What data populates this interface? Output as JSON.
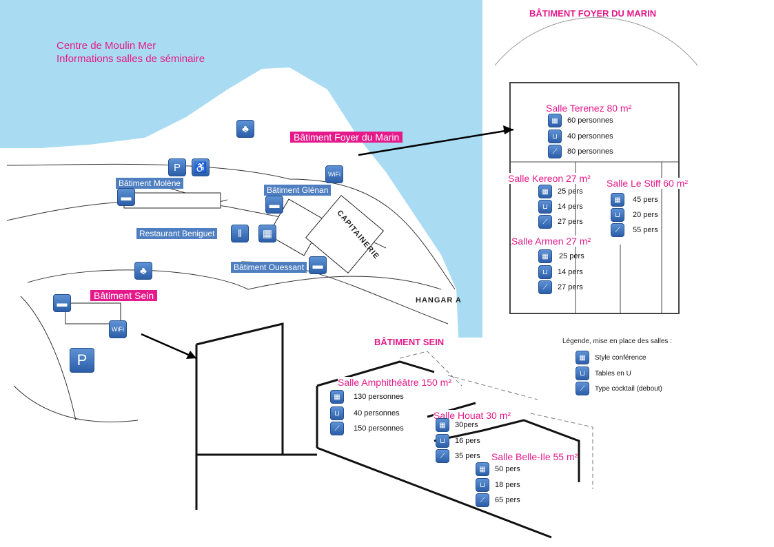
{
  "header": {
    "line1": "Centre de Moulin Mer",
    "line2": "Informations salles de séminaire"
  },
  "colors": {
    "sea": "#a9dcf2",
    "accent": "#e5198a",
    "icon_blue": "#4f7fc0"
  },
  "map": {
    "pink_labels": {
      "foyer": "Bâtiment Foyer du Marin",
      "sein": "Bâtiment Sein"
    },
    "blue_labels": {
      "molene": "Bâtiment Molène",
      "glenan": "Bâtiment Glénan",
      "restaurant": "Restaurant Beniguet",
      "ouessant": "Bâtiment Ouessant"
    },
    "plan_text": {
      "capitainerie": "CAPITAINERIE",
      "hangar": "HANGAR A"
    },
    "icons": [
      "forest-icon",
      "parking-icon",
      "wheelchair-icon",
      "bed-icon",
      "restaurant-icon",
      "seminar-room-icon",
      "wifi-icon"
    ]
  },
  "foyer": {
    "title": "BÂTIMENT FOYER DU MARIN",
    "rooms": [
      {
        "name": "Salle Terenez 80 m²",
        "conference": "60 personnes",
        "u": "40 personnes",
        "cocktail": "80 personnes"
      },
      {
        "name": "Salle Kereon 27 m²",
        "conference": "25 pers",
        "u": "14 pers",
        "cocktail": "27 pers"
      },
      {
        "name": "Salle Le Stiff 60 m²",
        "conference": "45 pers",
        "u": "20 pers",
        "cocktail": "55 pers"
      },
      {
        "name": "Salle Armen 27 m²",
        "conference": "25 pers",
        "u": "14 pers",
        "cocktail": "27 pers"
      }
    ]
  },
  "sein": {
    "title": "BÂTIMENT SEIN",
    "rooms": [
      {
        "name": "Salle Amphithéâtre 150 m²",
        "conference": "130 personnes",
        "u": "40 personnes",
        "cocktail": "150 personnes"
      },
      {
        "name": "Salle Houat 30 m²",
        "conference": "30pers",
        "u": "16 pers",
        "cocktail": "35 pers"
      },
      {
        "name": "Salle Belle-Ile 55 m²",
        "conference": "50 pers",
        "u": "18 pers",
        "cocktail": "65 pers"
      }
    ]
  },
  "legend": {
    "title": "Légende, mise en place des salles :",
    "items": [
      "Style conférence",
      "Tables en U",
      "Type cocktail (debout)"
    ]
  }
}
